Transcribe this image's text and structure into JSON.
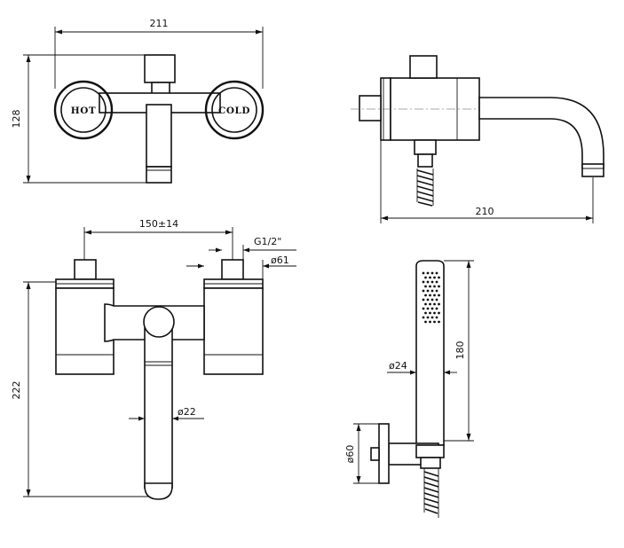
{
  "dimensions": {
    "top_width": "211",
    "top_height": "128",
    "side_length": "210",
    "centers": "150±14",
    "thread": "G1/2\"",
    "handle_dia": "ø61",
    "total_height": "222",
    "spout_dia": "ø22",
    "shower_length": "180",
    "shower_dia": "ø24",
    "holder_dia": "ø60"
  },
  "labels": {
    "hot": "HOT",
    "cold": "COLD"
  }
}
